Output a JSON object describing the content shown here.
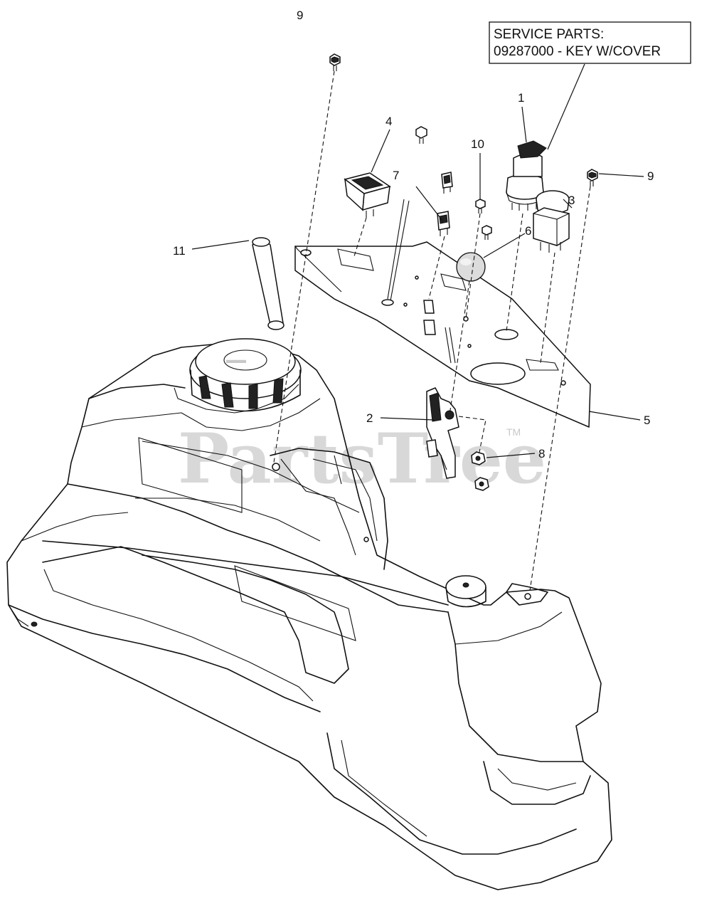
{
  "service_box": {
    "line1": "SERVICE PARTS:",
    "line2": "09287000 - KEY W/COVER"
  },
  "watermark": {
    "text": "PartsTree",
    "trademark": "TM"
  },
  "callouts": [
    {
      "id": "c9a",
      "label": "9"
    },
    {
      "id": "c1",
      "label": "1"
    },
    {
      "id": "c4",
      "label": "4"
    },
    {
      "id": "c10",
      "label": "10"
    },
    {
      "id": "c9b",
      "label": "9"
    },
    {
      "id": "c7",
      "label": "7"
    },
    {
      "id": "c3",
      "label": "3"
    },
    {
      "id": "c6",
      "label": "6"
    },
    {
      "id": "c11",
      "label": "11"
    },
    {
      "id": "c2",
      "label": "2"
    },
    {
      "id": "c5",
      "label": "5"
    },
    {
      "id": "c8",
      "label": "8"
    }
  ]
}
